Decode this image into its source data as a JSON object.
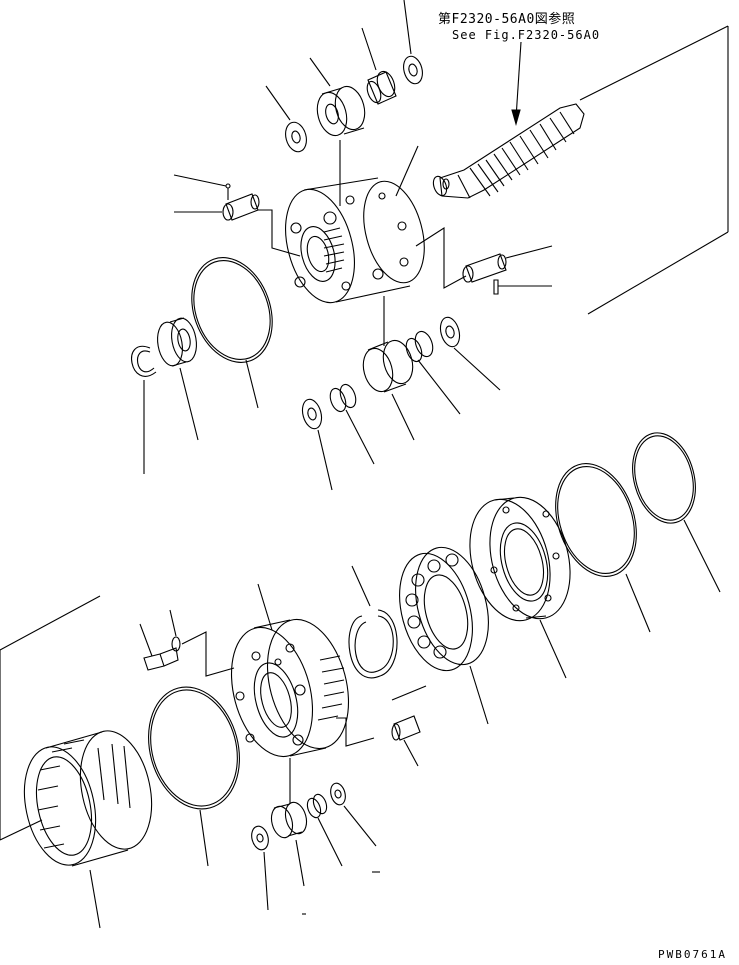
{
  "reference_note": {
    "japanese": "第F2320-56A0図参照",
    "english": "See Fig.F2320-56A0"
  },
  "drawing_number": "PWB0761A",
  "colors": {
    "line": "#000000",
    "background": "#ffffff"
  }
}
